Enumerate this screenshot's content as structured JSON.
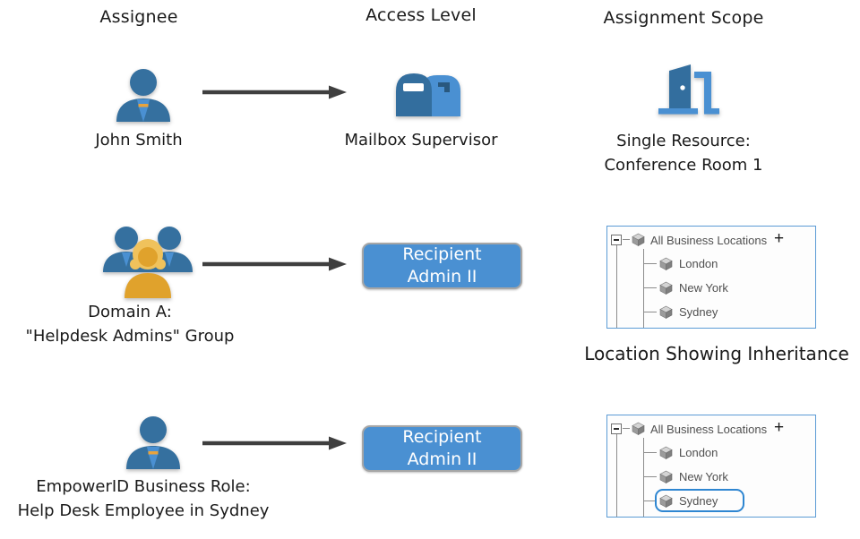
{
  "headers": {
    "assignee": "Assignee",
    "access_level": "Access Level",
    "assignment_scope": "Assignment Scope"
  },
  "row1": {
    "assignee_name": "John Smith",
    "access_name": "Mailbox Supervisor",
    "scope_line1": "Single Resource:",
    "scope_line2": "Conference Room 1"
  },
  "row2": {
    "assignee_line1": "Domain A:",
    "assignee_line2": "\"Helpdesk Admins\" Group",
    "button_line1": "Recipient",
    "button_line2": "Admin II",
    "scope_caption": "Location Showing Inheritance"
  },
  "row3": {
    "assignee_line1": "EmpowerID Business Role:",
    "assignee_line2": "Help Desk Employee in Sydney",
    "button_line1": "Recipient",
    "button_line2": "Admin II"
  },
  "tree": {
    "root_label": "All Business Locations",
    "add_symbol": "+",
    "children": [
      "London",
      "New York",
      "Sydney"
    ],
    "selected_child": "Sydney"
  },
  "icons": {
    "person": "person-icon",
    "group": "group-icon",
    "mailbox": "mailbox-icon",
    "door": "door-icon",
    "building": "building-icon",
    "arrow": "arrow-right-icon",
    "collapse": "minus-expander-icon",
    "add": "plus-icon"
  },
  "colors": {
    "primary_blue": "#4a90d2",
    "dark_blue": "#35709f",
    "gold": "#e0a22c",
    "arrow_gray": "#3f3f3f",
    "tree_border_blue": "#5b9bd5",
    "selection_blue": "#2e86d1",
    "button_border_gray": "#a6a6a6"
  }
}
